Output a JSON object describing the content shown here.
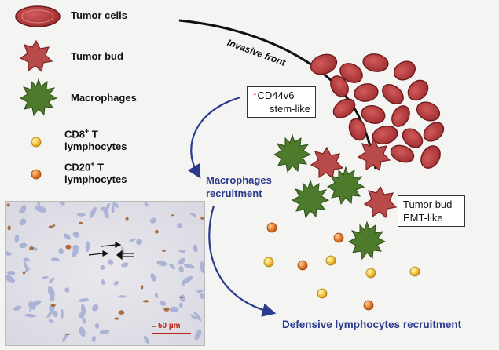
{
  "legend": {
    "tumor_cells": "Tumor cells",
    "tumor_bud": "Tumor bud",
    "macrophages": "Macrophages",
    "cd8_line1": "CD8",
    "cd8_sup": "+",
    "cd8_line1_tail": " T",
    "cd8_line2": "lymphocytes",
    "cd20_line1": "CD20",
    "cd20_sup": "+",
    "cd20_line1_tail": " T",
    "cd20_line2": "lymphocytes"
  },
  "diagram": {
    "invasive_front": "Invasive front",
    "cd44_arrow": "↑",
    "cd44_line1": "CD44v6",
    "cd44_line2": "stem-like",
    "macro_recruit_line1": "Macrophages",
    "macro_recruit_line2": "recruitment",
    "tumor_bud_line1": "Tumor bud",
    "tumor_bud_line2": "EMT-like",
    "defensive": "Defensive lymphocytes recruitment"
  },
  "micrograph": {
    "scale_bar": "50 µm"
  },
  "colors": {
    "tumor_cell": "#b2393b",
    "tumor_bud": "#b84a4a",
    "macrophage": "#4e7a2c",
    "cd8": "#f2c23a",
    "cd20": "#e2782a",
    "arrow": "#2b3a8c"
  }
}
